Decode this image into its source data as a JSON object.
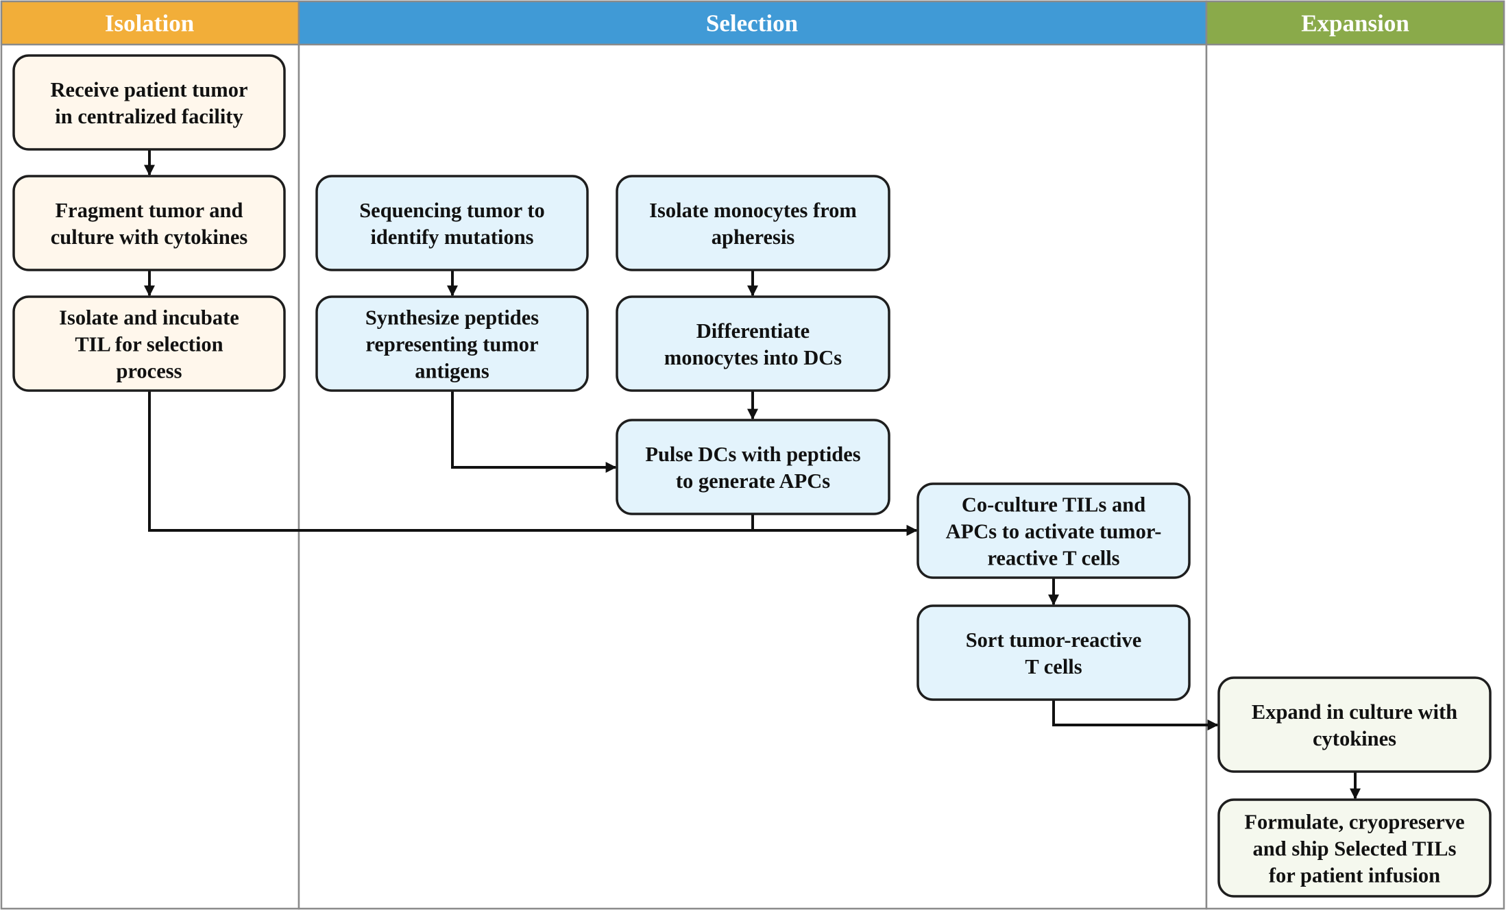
{
  "lanes": [
    {
      "id": "isolation",
      "title": "Isolation",
      "color": "#f2ae39"
    },
    {
      "id": "selection",
      "title": "Selection",
      "color": "#409ad6"
    },
    {
      "id": "expansion",
      "title": "Expansion",
      "color": "#8aaa4a"
    }
  ],
  "box_fills": {
    "isolation": "#fff7ec",
    "selection": "#e3f3fc",
    "expansion": "#f5f8ee"
  },
  "steps": [
    {
      "id": "receive_tumor",
      "lane": "isolation",
      "lines": [
        "Receive patient tumor",
        "in centralized facility"
      ]
    },
    {
      "id": "fragment_tumor",
      "lane": "isolation",
      "lines": [
        "Fragment tumor and",
        "culture with cytokines"
      ]
    },
    {
      "id": "isolate_til",
      "lane": "isolation",
      "lines": [
        "Isolate and incubate",
        "TIL for selection",
        "process"
      ]
    },
    {
      "id": "sequencing",
      "lane": "selection",
      "lines": [
        "Sequencing tumor to",
        "identify mutations"
      ]
    },
    {
      "id": "synthesize",
      "lane": "selection",
      "lines": [
        "Synthesize peptides",
        "representing tumor",
        "antigens"
      ]
    },
    {
      "id": "isolate_monocytes",
      "lane": "selection",
      "lines": [
        "Isolate monocytes from",
        "apheresis"
      ]
    },
    {
      "id": "differentiate",
      "lane": "selection",
      "lines": [
        "Differentiate",
        "monocytes into DCs"
      ]
    },
    {
      "id": "pulse_dcs",
      "lane": "selection",
      "lines": [
        "Pulse DCs with peptides",
        "to generate APCs"
      ]
    },
    {
      "id": "coculture",
      "lane": "selection",
      "lines": [
        "Co-culture TILs and",
        "APCs to activate tumor-",
        "reactive T cells"
      ]
    },
    {
      "id": "sort",
      "lane": "selection",
      "lines": [
        "Sort tumor-reactive",
        "T cells"
      ]
    },
    {
      "id": "expand",
      "lane": "expansion",
      "lines": [
        "Expand in culture with",
        "cytokines"
      ]
    },
    {
      "id": "formulate",
      "lane": "expansion",
      "lines": [
        "Formulate, cryopreserve",
        "and ship Selected TILs",
        "for patient infusion"
      ]
    }
  ],
  "connectors": [
    {
      "from": "receive_tumor",
      "to": "fragment_tumor"
    },
    {
      "from": "fragment_tumor",
      "to": "isolate_til"
    },
    {
      "from": "sequencing",
      "to": "synthesize"
    },
    {
      "from": "isolate_monocytes",
      "to": "differentiate"
    },
    {
      "from": "differentiate",
      "to": "pulse_dcs"
    },
    {
      "from": "synthesize",
      "to": "pulse_dcs"
    },
    {
      "from": "isolate_til",
      "to": "coculture"
    },
    {
      "from": "pulse_dcs",
      "to": "coculture"
    },
    {
      "from": "coculture",
      "to": "sort"
    },
    {
      "from": "sort",
      "to": "expand"
    },
    {
      "from": "expand",
      "to": "formulate"
    }
  ]
}
